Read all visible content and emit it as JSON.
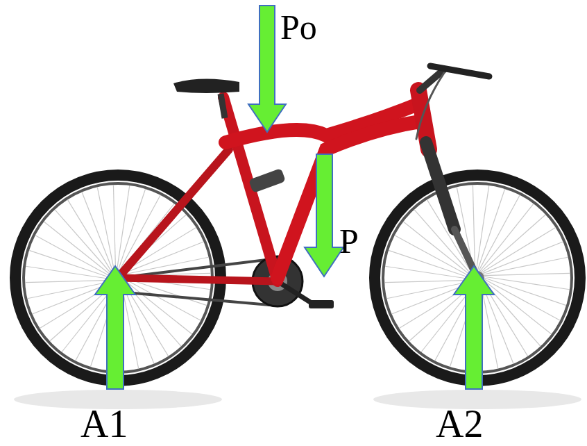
{
  "diagram": {
    "labels": [
      "Po",
      "P",
      "A1",
      "A2"
    ]
  }
}
